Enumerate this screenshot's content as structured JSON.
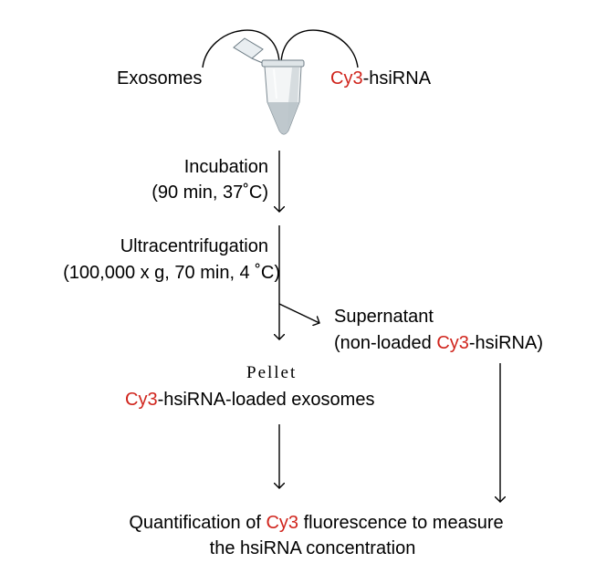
{
  "colors": {
    "accent_red": "#d0241c",
    "text": "#000000",
    "line": "#000000"
  },
  "icons": {
    "tube": "microcentrifuge-tube-icon"
  },
  "inputs": {
    "exosomes": "Exosomes",
    "cy3_prefix": "Cy3",
    "hsirna_suffix": "-hsiRNA"
  },
  "step1": {
    "name": "Incubation",
    "conditions": "(90 min, 37˚C)"
  },
  "step2": {
    "name": "Ultracentrifugation",
    "conditions": "(100,000 x g, 70 min, 4 ˚C)"
  },
  "supernatant": {
    "title": "Supernatant",
    "detail_prefix": "(non-loaded ",
    "detail_red": "Cy3",
    "detail_suffix": "-hsiRNA)"
  },
  "pellet": {
    "title": "Pellet",
    "detail_red": "Cy3",
    "detail_suffix": "-hsiRNA-loaded exosomes"
  },
  "result": {
    "line1_prefix": "Quantification of ",
    "line1_red": "Cy3",
    "line1_suffix": " fluorescence to measure",
    "line2": "the hsiRNA concentration"
  }
}
